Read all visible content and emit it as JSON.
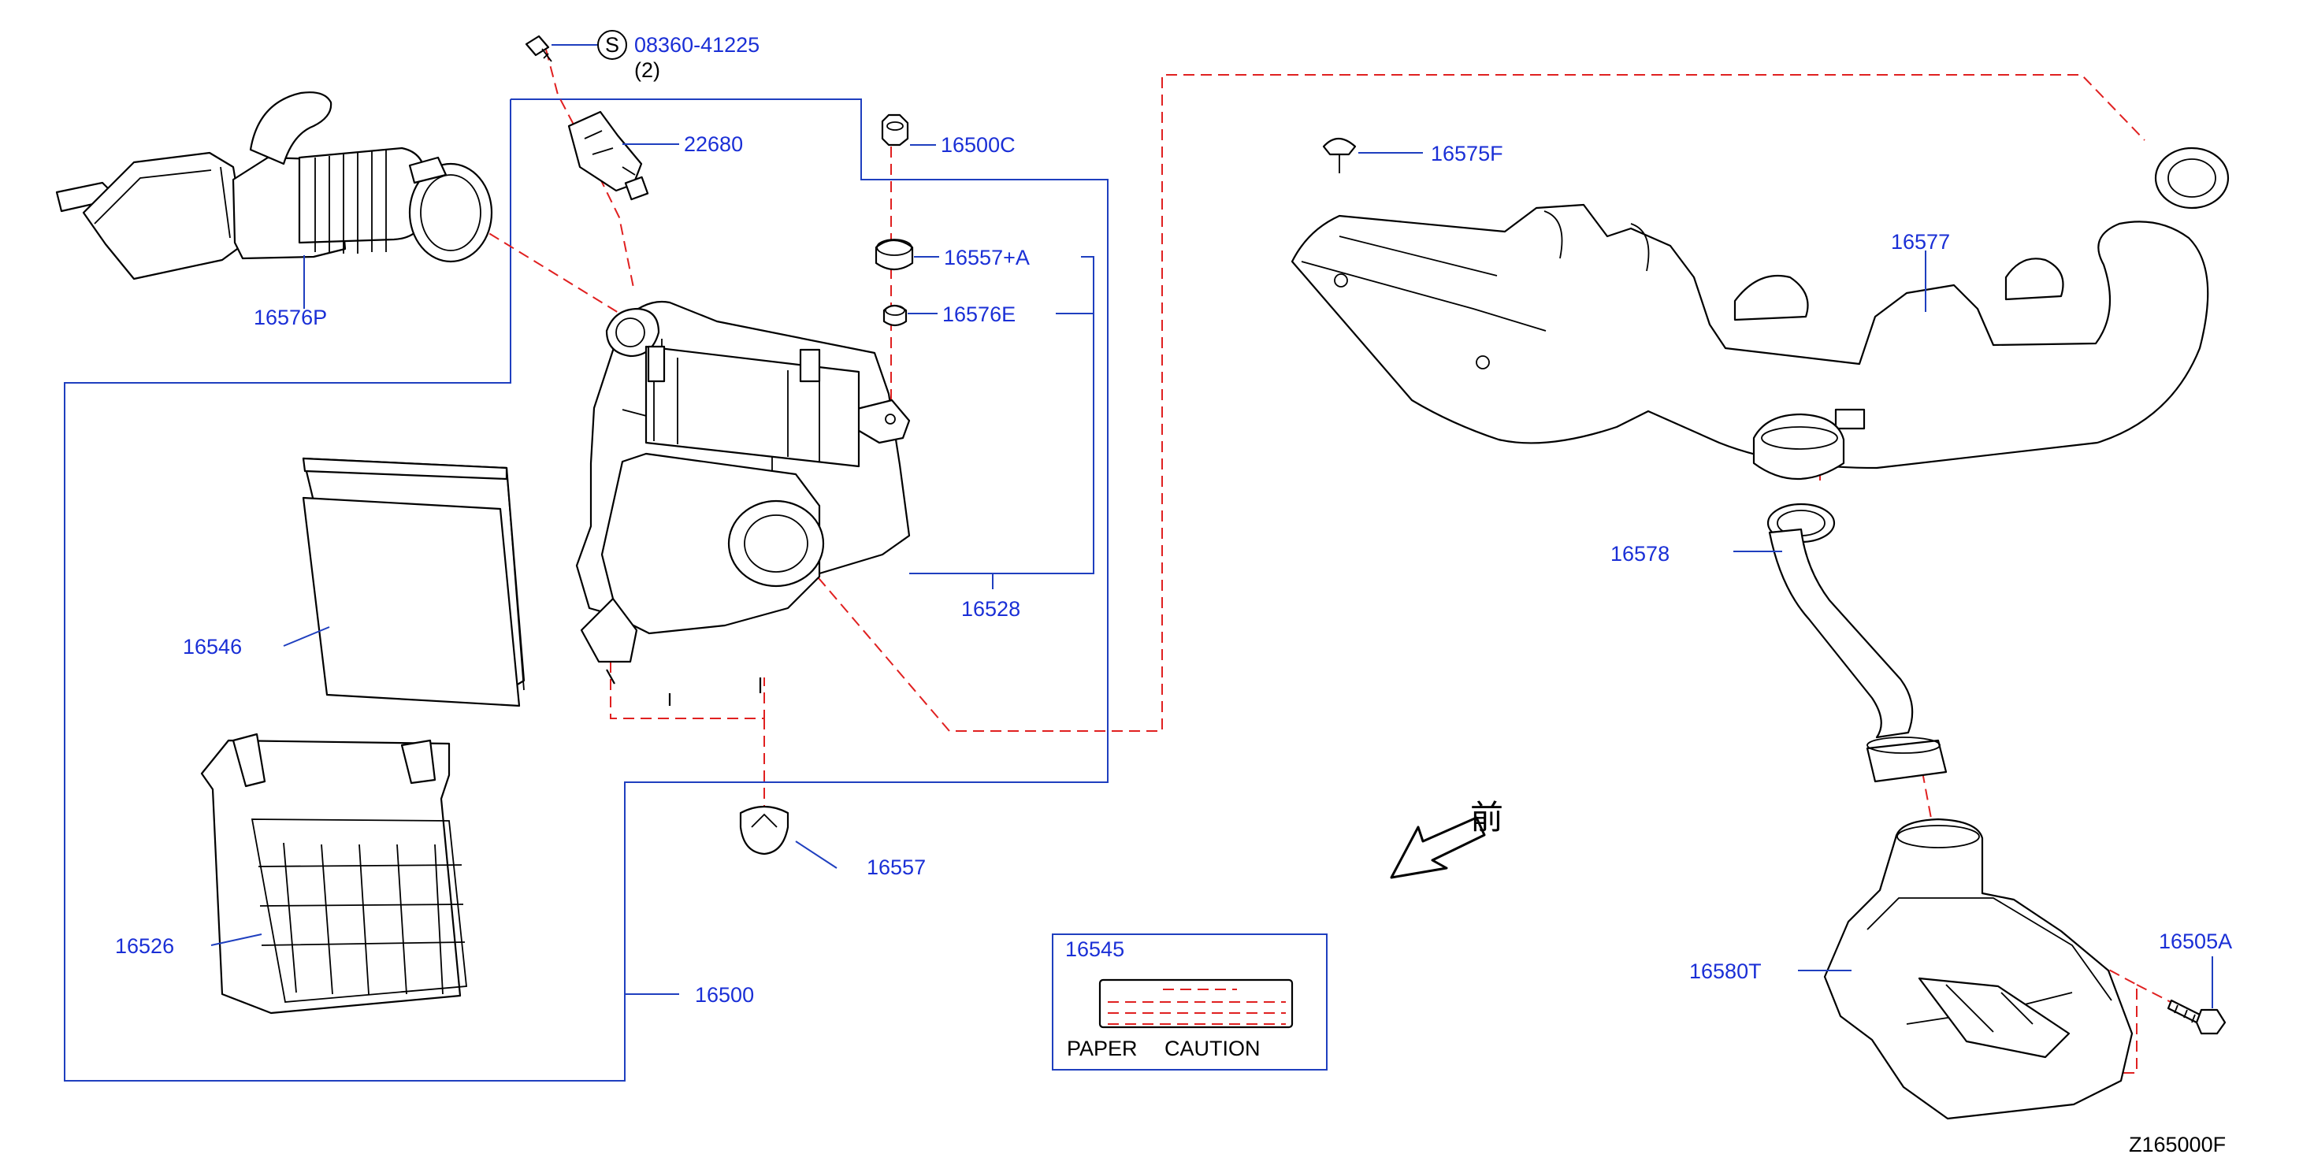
{
  "labels": {
    "screw_part": "08360-41225",
    "screw_qty": "(2)",
    "screw_symbol": "S",
    "p22680": "22680",
    "p16500C": "16500C",
    "p16557A": "16557+A",
    "p16576E": "16576E",
    "p16576P": "16576P",
    "p16528": "16528",
    "p16546": "16546",
    "p16526": "16526",
    "p16557": "16557",
    "p16500": "16500",
    "p16575F": "16575F",
    "p16577": "16577",
    "p16578": "16578",
    "p16580T": "16580T",
    "p16505A": "16505A",
    "p16545": "16545"
  },
  "caption_label": {
    "paper": "PAPER",
    "caution": "CAUTION"
  },
  "front_mark": "前",
  "diagram_code": "Z165000F",
  "colors": {
    "label": "#1a2fd6",
    "dash": "#e02020",
    "outline": "#000000"
  }
}
